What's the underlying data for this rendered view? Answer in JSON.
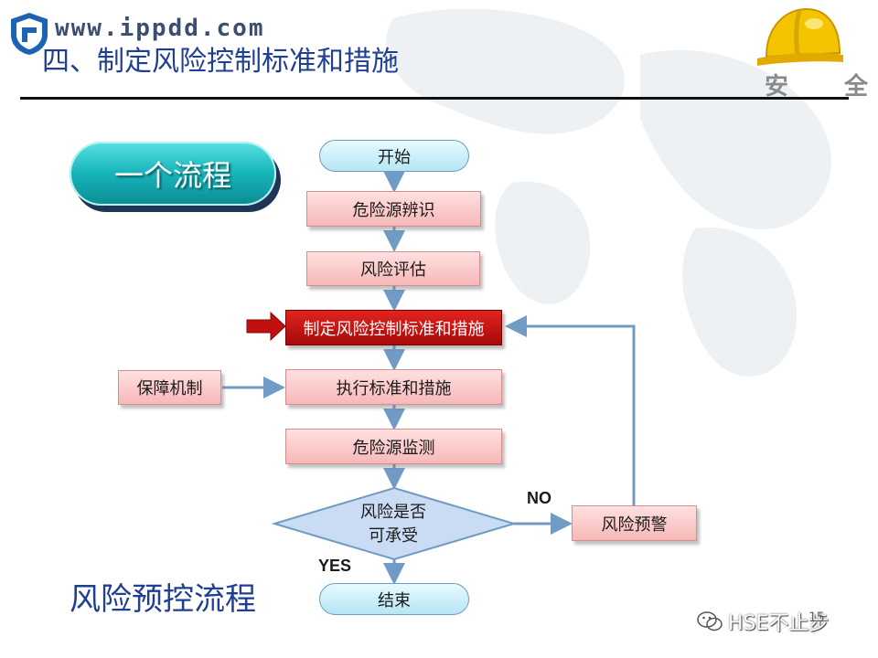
{
  "header": {
    "watermark": "www.ippdd.com",
    "title": "四、制定风险控制标准和措施",
    "safety_label": "安 全"
  },
  "badge": {
    "label": "一个流程"
  },
  "flowchart": {
    "start": "开始",
    "hazard_identification": "危险源辨识",
    "risk_assessment": "风险评估",
    "define_standards": "制定风险控制标准和措施",
    "execute_standards": "执行标准和措施",
    "support_mechanism": "保障机制",
    "hazard_monitoring": "危险源监测",
    "decision_line1": "风险是否",
    "decision_line2": "可承受",
    "risk_warning": "风险预警",
    "end": "结束",
    "no_label": "NO",
    "yes_label": "YES"
  },
  "footer": {
    "title": "风险预控流程",
    "wechat_account": "HSE不止步",
    "page_number": "15"
  },
  "colors": {
    "title": "#1f3f95",
    "arrow": "#6f9bc4",
    "active_node": "#c0100d",
    "badge": "#18b6bb"
  },
  "icons": [
    "shield-logo-icon",
    "safety-helmet-icon",
    "wechat-icon",
    "red-pointer-arrow-icon"
  ]
}
